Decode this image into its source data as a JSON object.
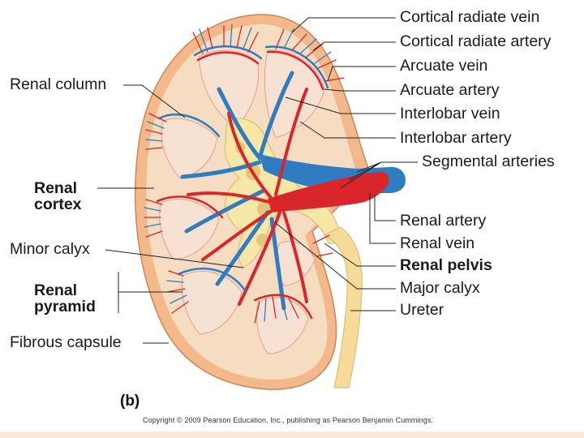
{
  "colors": {
    "capsule": "#f3b98a",
    "cortex": "#f6dcc0",
    "pyramid": "#f7e1d3",
    "pelvis": "#f7e7a6",
    "ureter": "#f6dc98",
    "artery": "#d9262a",
    "vein": "#2f7cc0",
    "bottom_bar": "#fde9da"
  },
  "labels_left": {
    "renal_column": "Renal column",
    "renal_cortex_1": "Renal",
    "renal_cortex_2": "cortex",
    "minor_calyx": "Minor calyx",
    "renal_pyramid_1": "Renal",
    "renal_pyramid_2": "pyramid",
    "fibrous_capsule": "Fibrous capsule"
  },
  "labels_right": {
    "cortical_radiate_vein": "Cortical radiate vein",
    "cortical_radiate_artery": "Cortical radiate artery",
    "arcuate_vein": "Arcuate vein",
    "arcuate_artery": "Arcuate artery",
    "interlobar_vein": "Interlobar vein",
    "interlobar_artery": "Interlobar artery",
    "segmental_arteries": "Segmental arteries",
    "renal_artery": "Renal artery",
    "renal_vein": "Renal vein",
    "renal_pelvis": "Renal pelvis",
    "major_calyx": "Major calyx",
    "ureter": "Ureter"
  },
  "panel_label": "(b)",
  "copyright": "Copyright © 2009 Pearson Education, Inc., publishing as Pearson Benjamin Cummings."
}
